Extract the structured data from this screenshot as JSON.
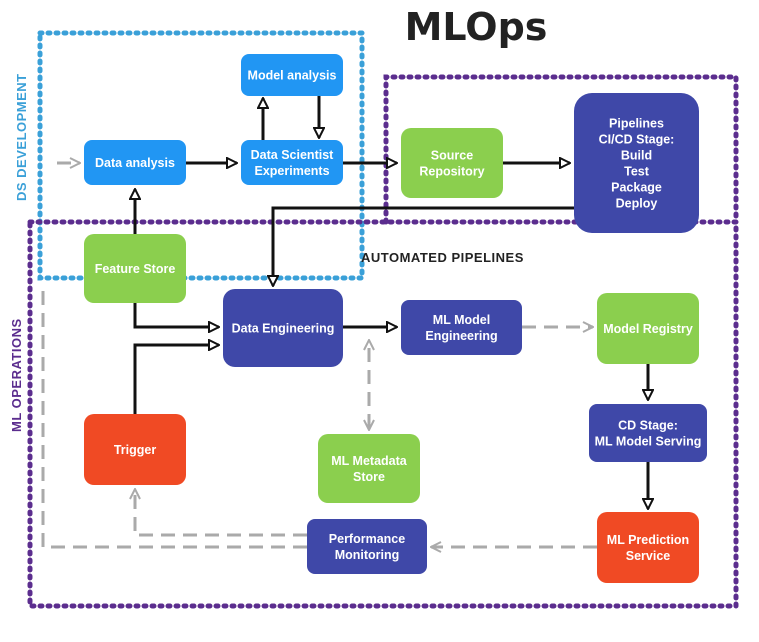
{
  "title": "MLOps",
  "regions": {
    "ds_development": "DS DEVELOPMENT",
    "ml_operations": "ML OPERATIONS",
    "automated_pipelines": "AUTOMATED PIPELINES"
  },
  "colors": {
    "blue": "#2196f3",
    "indigo": "#3f48a8",
    "green": "#8bcf4e",
    "red": "#f04a24",
    "ds_border": "#3aa0d8",
    "ops_border": "#5b2d8e",
    "arrow": "#111111",
    "dashed_arrow": "#aaaaaa"
  },
  "nodes": {
    "model_analysis": [
      "Model analysis"
    ],
    "data_analysis": [
      "Data analysis"
    ],
    "ds_experiments": [
      "Data Scientist",
      "Experiments"
    ],
    "source_repository": [
      "Source",
      "Repository"
    ],
    "pipelines": [
      "Pipelines",
      "CI/CD Stage:",
      "Build",
      "Test",
      "Package",
      "Deploy"
    ],
    "feature_store": [
      "Feature Store"
    ],
    "data_engineering": [
      "Data Engineering"
    ],
    "ml_model_engineering": [
      "ML Model",
      "Engineering"
    ],
    "model_registry": [
      "Model Registry"
    ],
    "cd_stage": [
      "CD Stage:",
      "ML Model Serving"
    ],
    "trigger": [
      "Trigger"
    ],
    "ml_metadata_store": [
      "ML Metadata",
      "Store"
    ],
    "performance_monitoring": [
      "Performance",
      "Monitoring"
    ],
    "ml_prediction_service": [
      "ML Prediction",
      "Service"
    ]
  }
}
